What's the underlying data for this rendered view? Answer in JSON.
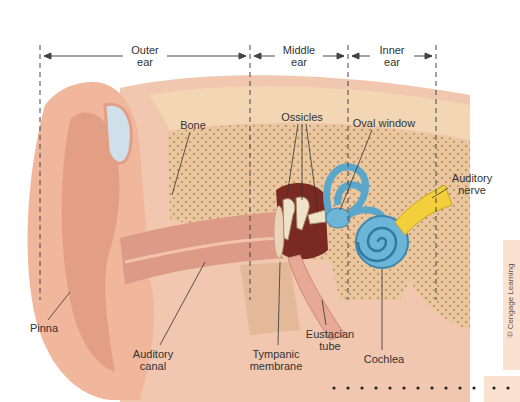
{
  "diagram": {
    "labels": [
      "Outer ear",
      "Middle ear",
      "Inner ear",
      "Bone",
      "Ossicles",
      "Oval window",
      "Auditory nerve",
      "Pinna",
      "Auditory canal",
      "Tympanic membrane",
      "Eustacian tube",
      "Cochlea",
      "© Cengage Learning"
    ]
  }
}
